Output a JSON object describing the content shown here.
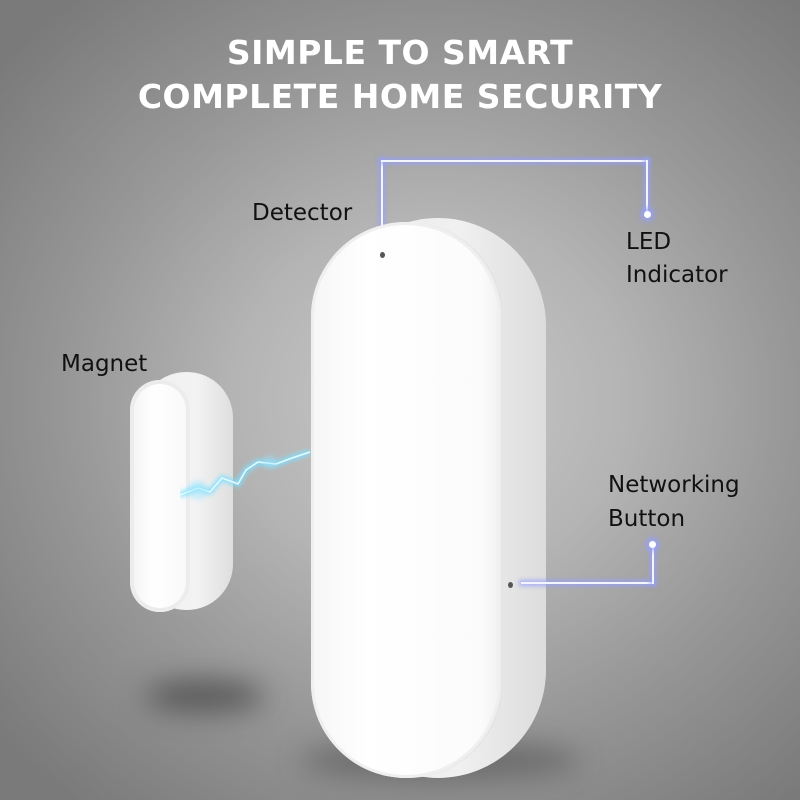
{
  "headline": {
    "line1": "SIMPLE TO SMART",
    "line2": "COMPLETE HOME SECURITY"
  },
  "callouts": {
    "detector": "Detector",
    "led_line1": "LED",
    "led_line2": "Indicator",
    "magnet": "Magnet",
    "networking_line1": "Networking",
    "networking_line2": "Button"
  },
  "colors": {
    "headline": "#ffffff",
    "label_text": "#111111",
    "glow_line": "#aab4ff",
    "device": "#f8f8f8",
    "spark": "#6fd6ff"
  }
}
